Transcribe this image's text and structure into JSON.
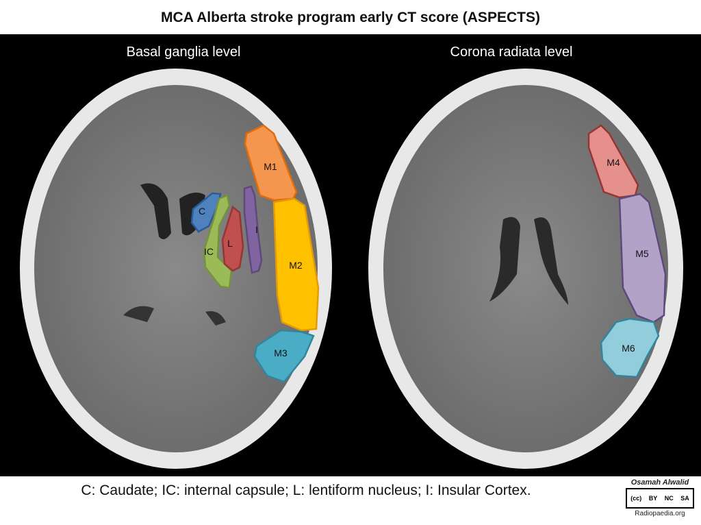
{
  "title": "MCA Alberta stroke program early CT score (ASPECTS)",
  "panels": [
    {
      "label": "Basal ganglia level"
    },
    {
      "label": "Corona radiata level"
    }
  ],
  "regions": {
    "M1": "M1",
    "M2": "M2",
    "M3": "M3",
    "C": "C",
    "IC": "IC",
    "L": "L",
    "I": "I",
    "M4": "M4",
    "M5": "M5",
    "M6": "M6"
  },
  "colors": {
    "M1": "#f4964e",
    "M2": "#ffc000",
    "M3": "#4bacc6",
    "C": "#4f81bd",
    "IC": "#9bbb59",
    "L": "#c0504d",
    "I": "#8064a2",
    "M4": "#e6908e",
    "M5": "#b3a2c7",
    "M6": "#92cddc"
  },
  "caption": "C: Caudate; IC: internal capsule; L: lentiform nucleus; I: Insular Cortex.",
  "credit": {
    "author": "Osamah Alwalid",
    "license": [
      "BY",
      "NC",
      "SA"
    ],
    "site": "Radiopaedia.org"
  }
}
